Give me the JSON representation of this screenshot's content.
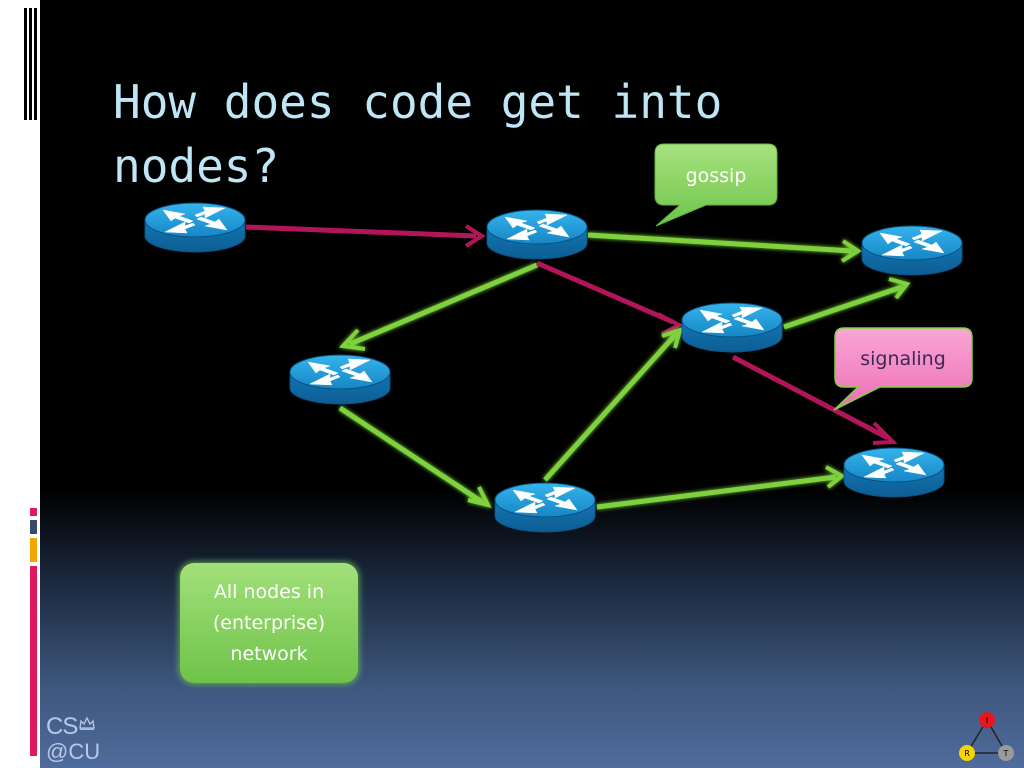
{
  "slide": {
    "title": "How does code get into nodes?"
  },
  "callouts": {
    "gossip": {
      "label": "gossip",
      "color": "#7ccf52"
    },
    "signaling": {
      "label": "signaling",
      "color": "#f27fbf"
    }
  },
  "note": {
    "text": "All nodes in\n(enterprise)\nnetwork"
  },
  "legend_colors": {
    "gossip_arrow": "#7ed23c",
    "signaling_arrow": "#b3155b",
    "router_body": "#1a8fcd"
  },
  "logo": {
    "line1": "CS",
    "line2": "@CU"
  },
  "rt_logo": {
    "top": "I",
    "left": "R",
    "right": "T"
  },
  "diagram": {
    "nodes": [
      {
        "id": "n1",
        "icon": "router-icon"
      },
      {
        "id": "n2",
        "icon": "router-icon"
      },
      {
        "id": "n3",
        "icon": "router-icon"
      },
      {
        "id": "n4",
        "icon": "router-icon"
      },
      {
        "id": "n5",
        "icon": "router-icon"
      },
      {
        "id": "n6",
        "icon": "router-icon"
      },
      {
        "id": "n7",
        "icon": "router-icon"
      },
      {
        "id": "n8",
        "icon": "router-icon"
      }
    ],
    "edges": [
      {
        "from": "n1",
        "to": "n2",
        "kind": "signaling"
      },
      {
        "from": "n2",
        "to": "n3",
        "kind": "gossip"
      },
      {
        "from": "n2",
        "to": "n4",
        "kind": "gossip"
      },
      {
        "from": "n2",
        "to": "n5",
        "kind": "signaling"
      },
      {
        "from": "n4",
        "to": "n6",
        "kind": "gossip"
      },
      {
        "from": "n6",
        "to": "n5",
        "kind": "gossip"
      },
      {
        "from": "n6",
        "to": "n7",
        "kind": "gossip"
      },
      {
        "from": "n5",
        "to": "n3",
        "kind": "gossip"
      },
      {
        "from": "n5",
        "to": "n7",
        "kind": "signaling"
      }
    ]
  }
}
